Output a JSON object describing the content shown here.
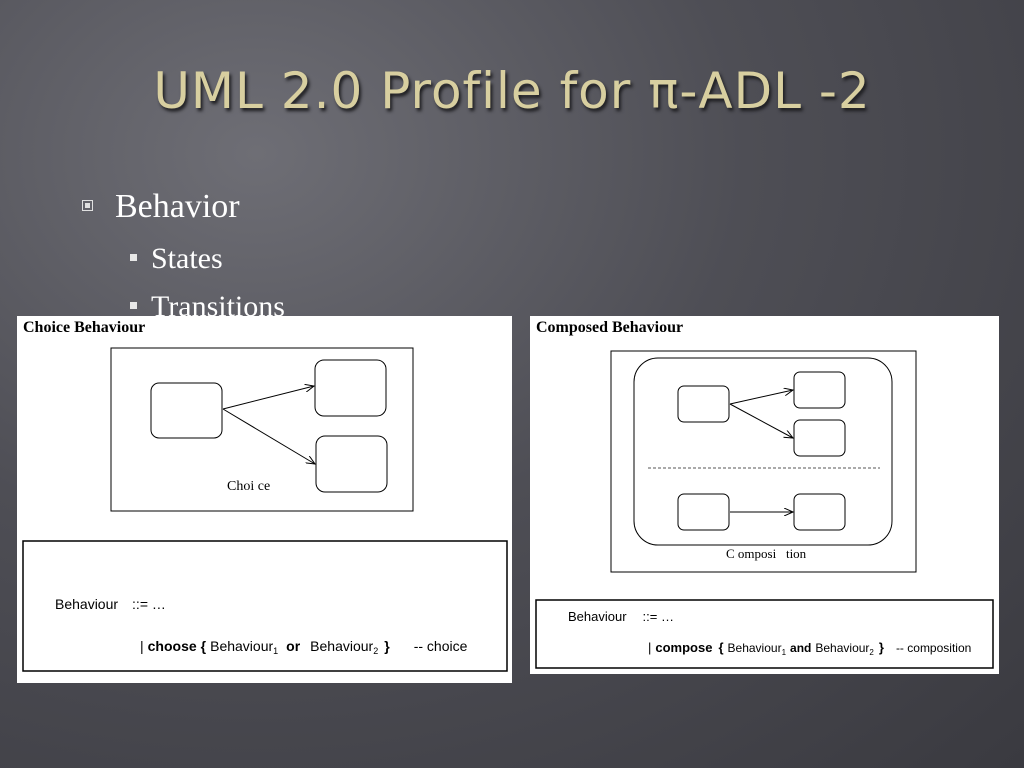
{
  "slide": {
    "title": "UML 2.0 Profile for π-ADL -2",
    "bullets": [
      {
        "text": "Behavior",
        "children": [
          "States",
          "Transitions"
        ]
      }
    ]
  },
  "left_figure": {
    "title": "Choice Behaviour",
    "diagram_label": "Choi ce",
    "grammar": {
      "lhs": "Behaviour",
      "def": "::= …",
      "bar": "|",
      "keyword": "choose",
      "open": "{",
      "b1": "Behaviour",
      "sub1": "1",
      "op": "or",
      "b2": "Behaviour",
      "sub2": "2",
      "close": "}",
      "comment": "-- choice"
    }
  },
  "right_figure": {
    "title": "Composed Behaviour",
    "diagram_label": "C omposi   tion",
    "grammar": {
      "lhs": "Behaviour",
      "def": "::= …",
      "bar": "|",
      "keyword": "compose",
      "open": "{",
      "b1": "Behaviour",
      "sub1": "1",
      "op": "and",
      "b2": "Behaviour",
      "sub2": "2",
      "close": "}",
      "comment": "-- composition"
    }
  }
}
